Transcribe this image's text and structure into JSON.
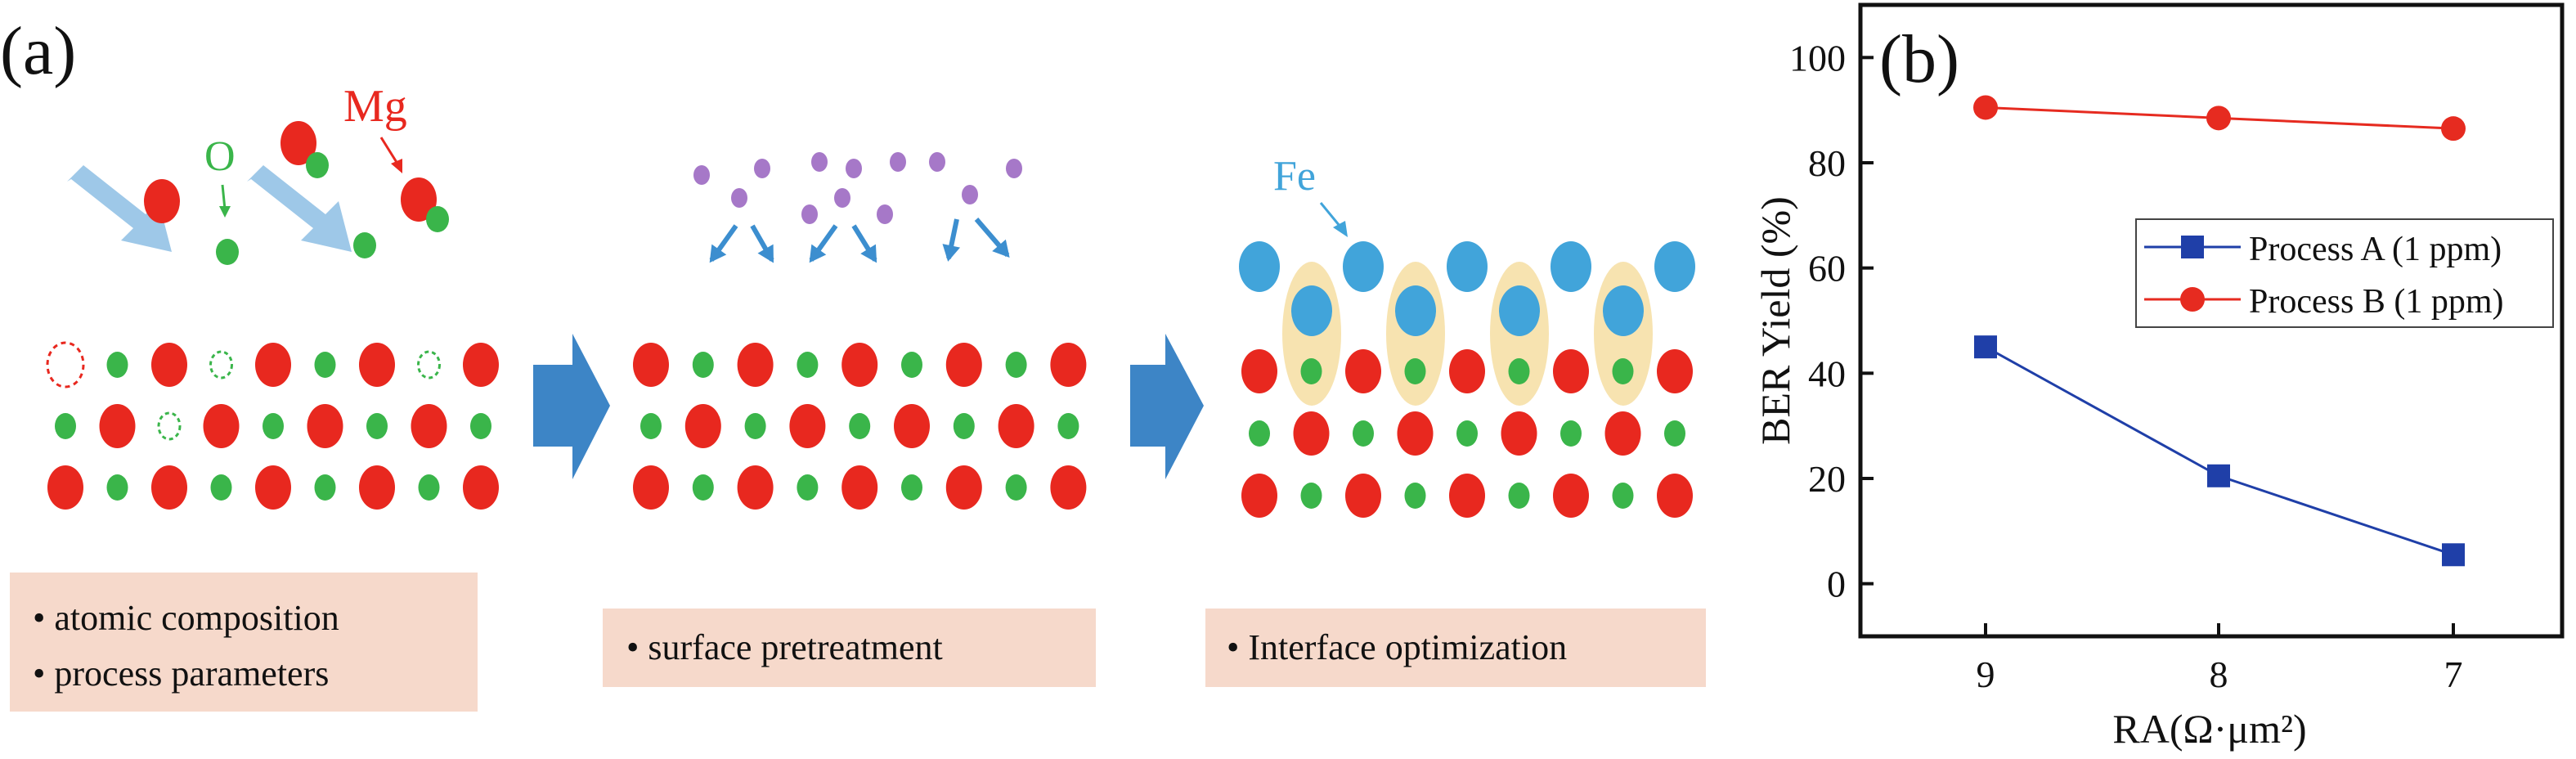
{
  "panel_a": {
    "label": "(a)",
    "atom_labels": {
      "mg": "Mg",
      "o": "O",
      "fe": "Fe"
    },
    "steps": [
      {
        "bullets": [
          "• atomic composition",
          "• process parameters"
        ]
      },
      {
        "bullets": [
          "• surface pretreatment"
        ]
      },
      {
        "bullets": [
          "• Interface optimization"
        ]
      }
    ]
  },
  "panel_b": {
    "label": "(b)"
  },
  "colors": {
    "mg_red": "#e8281f",
    "o_green": "#3ab54a",
    "fe_blue": "#41a4da",
    "purple": "#a678c8",
    "arrow_light_blue": "#9ec8e8",
    "arrow_blue": "#3c8ecf",
    "big_arrow": "#3d85c6",
    "callout_bg": "#f6d9cb",
    "halo": "#f7e3b0",
    "process_a": "#1f3fa8",
    "process_b": "#e62b20"
  },
  "chart_data": {
    "type": "line",
    "x": [
      "9",
      "8",
      "7"
    ],
    "xlabel": "RA(Ω·μm²)",
    "ylabel": "BER Yield (%)",
    "ylim": [
      -10,
      110
    ],
    "yticks": [
      "0",
      "20",
      "40",
      "60",
      "80",
      "100"
    ],
    "series": [
      {
        "name": "Process A (1 ppm)",
        "marker": "square",
        "values": [
          45,
          20.5,
          5.5
        ]
      },
      {
        "name": "Process B (1 ppm)",
        "marker": "circle",
        "values": [
          90.5,
          88.5,
          86.5
        ]
      }
    ],
    "legend": "center-right",
    "grid": false
  }
}
